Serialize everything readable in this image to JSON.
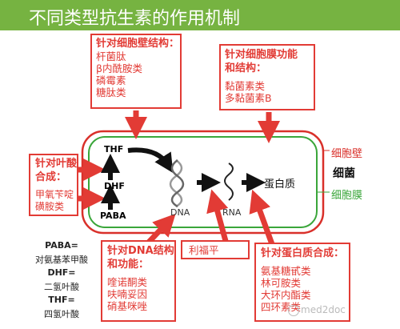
{
  "title": "不同类型抗生素的作用机制",
  "cell_wall_box": {
    "heading": "针对细胞壁结构：",
    "items": [
      "杆菌肽",
      "β内酰胺类",
      "磷霉素",
      "糖肽类"
    ]
  },
  "membrane_box": {
    "heading_line1": "针对细胞膜功能",
    "heading_line2": "和结构：",
    "items": [
      "黏菌素类",
      "多黏菌素B"
    ]
  },
  "folate_box": {
    "heading_line1": "针对叶酸",
    "heading_line2": "合成：",
    "items": [
      "甲氧苄啶",
      "磺胺类"
    ]
  },
  "dna_box": {
    "heading_line1": "针对DNA结构",
    "heading_line2": "和功能：",
    "items": [
      "喹诺酮类",
      "呋喃妥因",
      "硝基咪唑"
    ]
  },
  "rna_box": {
    "label": "利福平"
  },
  "protein_box": {
    "heading": "针对蛋白质合成：",
    "items": [
      "氨基糖甙类",
      "林可胺类",
      "大环内酯类",
      "四环素类"
    ]
  },
  "cell": {
    "thf": "THF",
    "dhf": "DHF",
    "paba": "PABA",
    "dna": "DNA",
    "rna": "RNA",
    "protein": "蛋白质"
  },
  "side_labels": {
    "cell_wall": "细胞壁",
    "bacteria": "细菌",
    "cell_membrane": "细胞膜"
  },
  "legend": [
    "PABA=",
    "对氨基苯甲酸",
    "DHF=",
    "二氢叶酸",
    "THF=",
    "四氢叶酸"
  ],
  "watermark": "med2doc",
  "colors": {
    "title_bar": "#76b341",
    "red": "#e23b35",
    "cell_wall": "#d9302a",
    "cell_membrane": "#3aa63a"
  }
}
